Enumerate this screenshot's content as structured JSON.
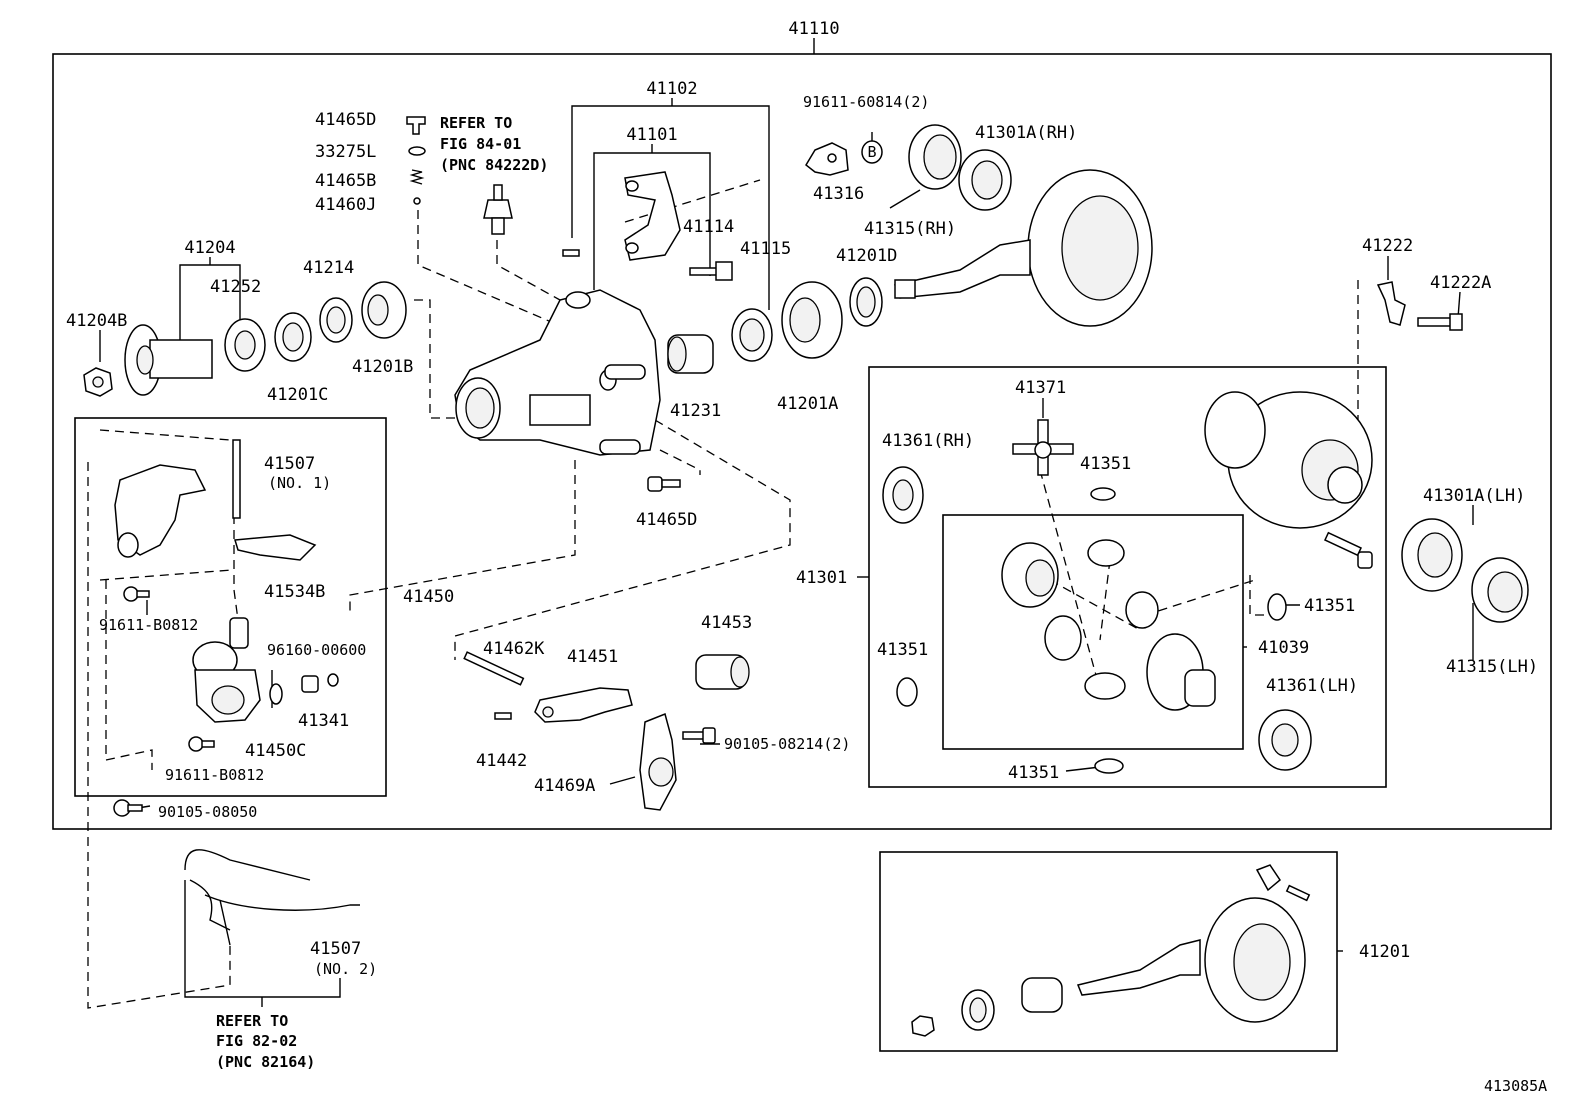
{
  "labels": {
    "p41110": "41110",
    "p41102": "41102",
    "p41101": "41101",
    "p91611_60814": "91611-60814(2)",
    "p41301a_rh": "41301A(RH)",
    "p41465d_top": "41465D",
    "p33275l": "33275L",
    "p41465b": "41465B",
    "p41460j": "41460J",
    "refer1_l1": "REFER TO",
    "refer1_l2": "FIG 84-01",
    "refer1_l3": "(PNC 84222D)",
    "p41316": "41316",
    "p41315_rh": "41315(RH)",
    "p41114": "41114",
    "p41115": "41115",
    "p41201d": "41201D",
    "p41204": "41204",
    "p41252": "41252",
    "p41214": "41214",
    "p41204b": "41204B",
    "p41201b": "41201B",
    "p41201c": "41201C",
    "p41231": "41231",
    "p41201a": "41201A",
    "p41222": "41222",
    "p41222a": "41222A",
    "p41371": "41371",
    "p41361_rh": "41361(RH)",
    "p41351_a": "41351",
    "p41301a_lh": "41301A(LH)",
    "p41507_1": "41507",
    "p41507_1_sub": "(NO. 1)",
    "p41534b": "41534B",
    "p41450": "41450",
    "p41465d_mid": "41465D",
    "p41301": "41301",
    "p41351_b": "41351",
    "p41039": "41039",
    "p41315_lh": "41315(LH)",
    "p91611_b0812_a": "91611-B0812",
    "p96160_00600": "96160-00600",
    "p41453": "41453",
    "p41462k": "41462K",
    "p41451": "41451",
    "p41351_c": "41351",
    "p41361_lh": "41361(LH)",
    "p41341": "41341",
    "p41450c": "41450C",
    "p90105_08214": "90105-08214(2)",
    "p41442": "41442",
    "p41469a": "41469A",
    "p41351_d": "41351",
    "p91611_b0812_b": "91611-B0812",
    "p90105_08050": "90105-08050",
    "p41507_2": "41507",
    "p41507_2_sub": "(NO. 2)",
    "p41201": "41201",
    "refer2_l1": "REFER TO",
    "refer2_l2": "FIG 82-02",
    "refer2_l3": "(PNC 82164)",
    "fig_id": "413085A",
    "bolt_letter": "B"
  }
}
